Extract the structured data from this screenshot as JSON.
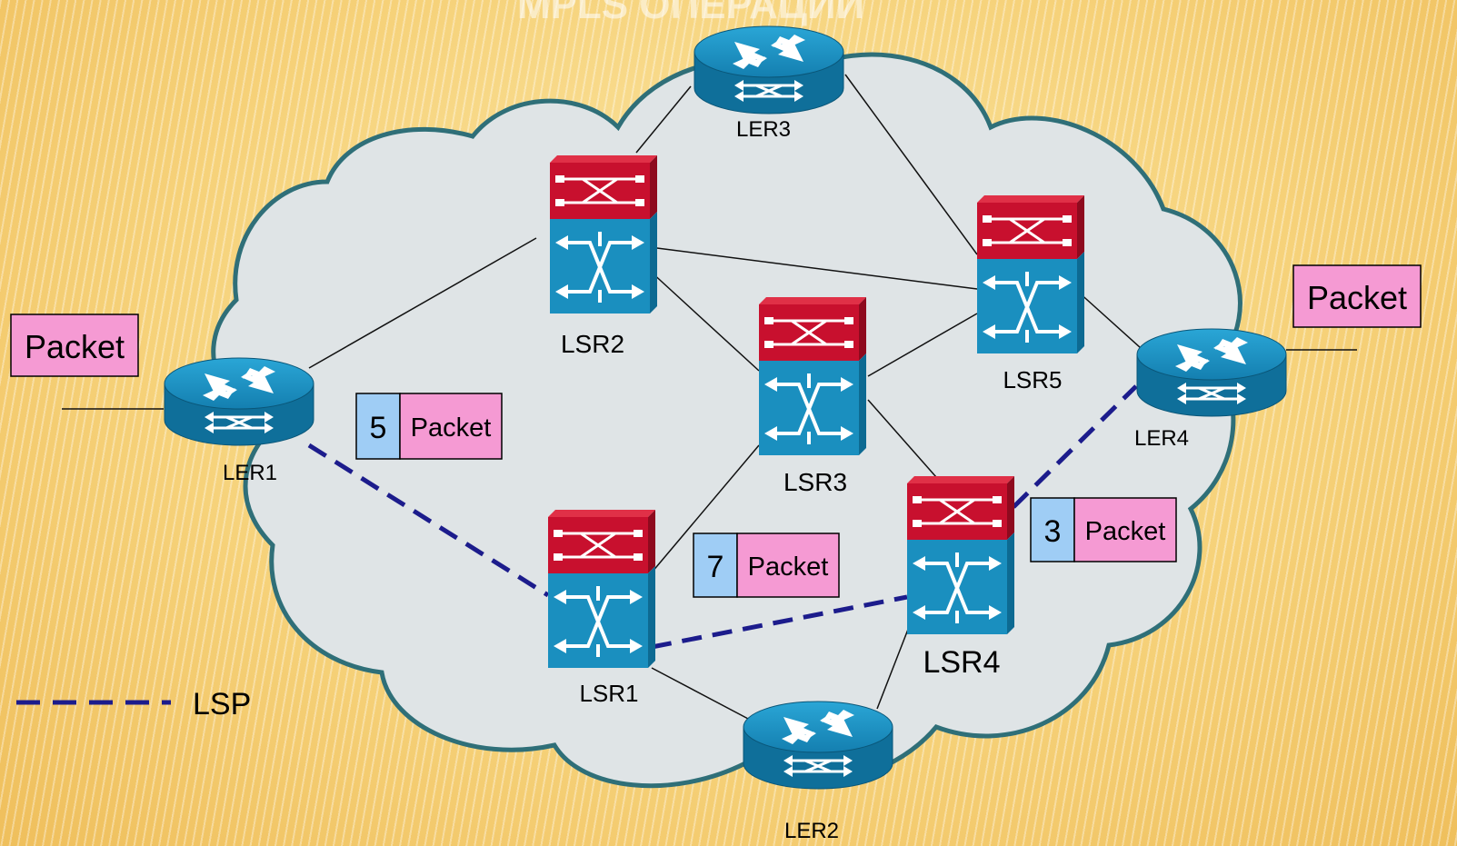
{
  "title": "MPLS ОПЕРАЦИИ",
  "colors": {
    "cloud_fill": "#dfe4e6",
    "cloud_stroke": "#2f6f78",
    "router_blue": "#1a8fbf",
    "switch_red": "#c8102e",
    "label_blue": "#9fcdf5",
    "packet_pink": "#f59ad3",
    "lsp": "#1c1c8c"
  },
  "nodes": {
    "ler1": "LER1",
    "ler2": "LER2",
    "ler3": "LER3",
    "ler4": "LER4",
    "lsr1": "LSR1",
    "lsr2": "LSR2",
    "lsr3": "LSR3",
    "lsr4": "LSR4",
    "lsr5": "LSR5"
  },
  "packets": {
    "left": "Packet",
    "right": "Packet",
    "p5": {
      "label": "5",
      "text": "Packet"
    },
    "p7": {
      "label": "7",
      "text": "Packet"
    },
    "p3": {
      "label": "3",
      "text": "Packet"
    }
  },
  "legend": {
    "label": "LSP"
  }
}
